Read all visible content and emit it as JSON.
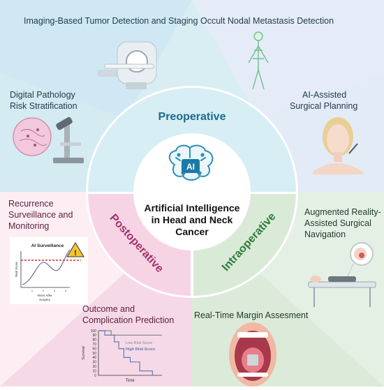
{
  "center": {
    "title_lines": [
      "Artificial Intelligence",
      "in Head and Neck",
      "Cancer"
    ],
    "brain_badge": "AI"
  },
  "phases": {
    "preoperative": "Preoperative",
    "intraoperative": "Intraoperative",
    "postoperative": "Postoperative"
  },
  "panels": {
    "imaging": "Imaging-Based Tumor Detection and Staging",
    "occult": "Occult Nodal Metastasis Detection",
    "pathology": [
      "Digital Pathology",
      "Risk Stratification"
    ],
    "surgical_planning": [
      "AI-Assisted",
      "Surgical Planning"
    ],
    "recurrence": [
      "Recurrence",
      "Surveillance and",
      "Monitoring"
    ],
    "augmented_reality": [
      "Augmented Reality-",
      "Assisted Surgical",
      "Navigation"
    ],
    "outcome": [
      "Outcome and",
      "Complication Prediction"
    ],
    "margin": "Real-Time Margin Assesment"
  },
  "ai_surveillance_chart": {
    "title": "AI Surveillance",
    "ylabel": "Risk Score",
    "xlabel": [
      "Years After",
      "Surgery"
    ],
    "x_ticks": [
      "1",
      "2",
      "3",
      "4"
    ],
    "warning_symbol": "!"
  },
  "chart_data": {
    "type": "line",
    "xlabel": "Time",
    "ylabel": "Survival",
    "ylim": [
      0,
      100
    ],
    "y_ticks": [
      "100",
      "90",
      "80",
      "70",
      "60",
      "50",
      "40",
      "30",
      "20",
      "10",
      "0"
    ],
    "series": [
      {
        "name": "Low Risk Score",
        "color": "#8a8a8a",
        "x": [
          0,
          2,
          2,
          10
        ],
        "y": [
          100,
          100,
          90,
          90
        ]
      },
      {
        "name": "High Risk Score",
        "color": "#5b7fb5",
        "x": [
          0,
          1,
          1,
          2.5,
          2.5,
          3.2,
          3.2,
          4,
          4,
          5,
          5,
          6.5,
          6.5,
          8.5,
          8.5
        ],
        "y": [
          100,
          100,
          90,
          90,
          75,
          75,
          60,
          60,
          40,
          40,
          30,
          30,
          10,
          10,
          0
        ]
      }
    ],
    "xlim": [
      0,
      10
    ]
  },
  "colors": {
    "preop_bg": "#d9eef3",
    "top_left_bg": "#cfeaf5",
    "top_right_bg": "#e3ecf8",
    "intraop_bg": "#e4efe4",
    "postop_bg": "#fbe3ee",
    "preop_text": "#1d6a8f",
    "intraop_text": "#2f7a3a",
    "postop_text": "#a3316b"
  }
}
